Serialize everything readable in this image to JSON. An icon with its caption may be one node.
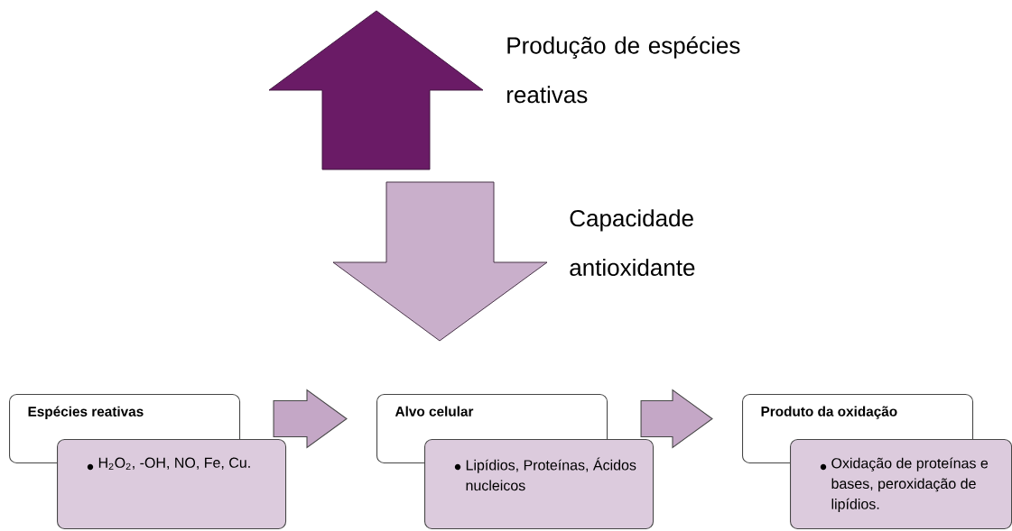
{
  "diagram": {
    "nodes": [
      {
        "text": [
          "Espécies reativas"
        ]
      },
      {
        "text": [
          "H$_{2}$O$_{2}$, -OH, NO, Fe, Cu."
        ]
      },
      {
        "text": [
          "Alvo celular"
        ]
      },
      {
        "text": [
          "Lipídios, Proteínas, Ácidos nucleicos"
        ]
      },
      {
        "text": [
          "Produto da oxidação"
        ]
      },
      {
        "text": [
          "Oxidação de proteínas e bases, peroxidação de lipídios."
        ]
      }
    ],
    "edges": [
      {
        "from": 0,
        "to": 2,
        "arrow": "to"
      },
      {
        "from": 2,
        "to": 4,
        "arrow": "to"
      }
    ],
    "labels": [
      "Produção de espécies reativas",
      "Capacidade antioxidante"
    ]
  }
}
